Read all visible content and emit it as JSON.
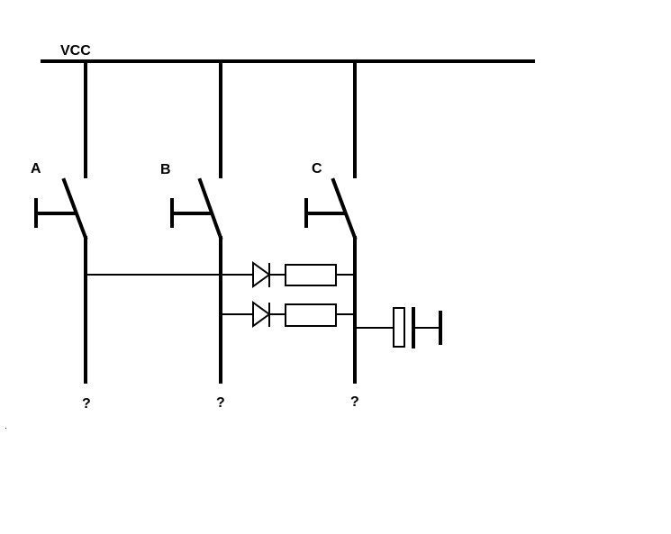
{
  "diagram": {
    "supply_label": "VCC",
    "switches": [
      {
        "label": "A",
        "output_label": "?"
      },
      {
        "label": "B",
        "output_label": "?"
      },
      {
        "label": "C",
        "output_label": "?"
      }
    ],
    "colors": {
      "line": "#000000",
      "background": "#ffffff"
    }
  }
}
